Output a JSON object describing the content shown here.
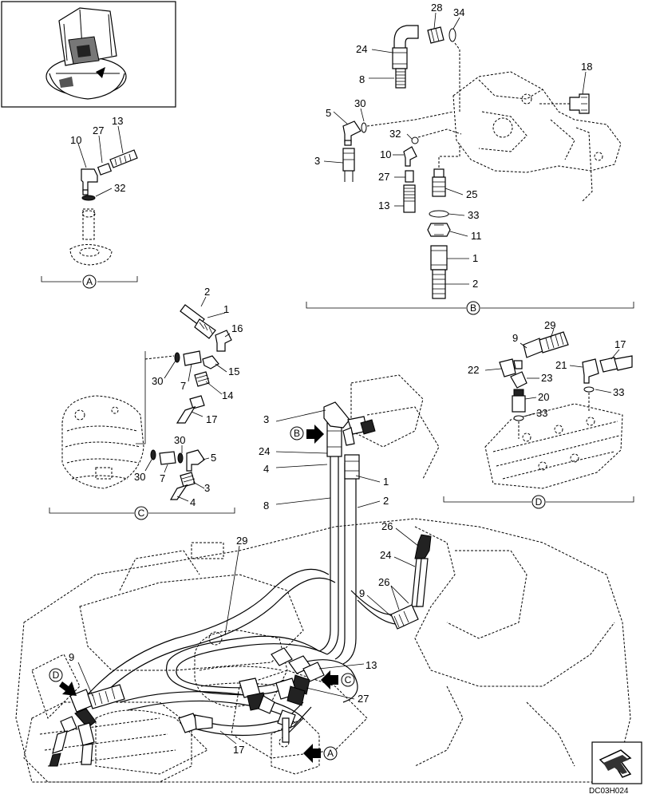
{
  "drawing_code": "DC03H024",
  "detail_captions": {
    "A": "A",
    "B": "B",
    "C": "C",
    "D": "D"
  },
  "callouts": {
    "inset_a": [
      "10",
      "27",
      "13",
      "32"
    ],
    "inset_b": [
      "28",
      "34",
      "24",
      "8",
      "18",
      "30",
      "5",
      "32",
      "10",
      "3",
      "27",
      "13",
      "25",
      "33",
      "11",
      "1",
      "2"
    ],
    "inset_c": [
      "2",
      "1",
      "16",
      "15",
      "30",
      "7",
      "14",
      "17",
      "30",
      "30",
      "7",
      "5",
      "3",
      "4"
    ],
    "inset_d": [
      "9",
      "29",
      "17",
      "22",
      "21",
      "23",
      "20",
      "33",
      "33"
    ],
    "main": [
      "3",
      "B",
      "24",
      "4",
      "1",
      "8",
      "2",
      "26",
      "24",
      "29",
      "9",
      "26",
      "13",
      "C",
      "9",
      "D",
      "27",
      "17",
      "A"
    ]
  }
}
